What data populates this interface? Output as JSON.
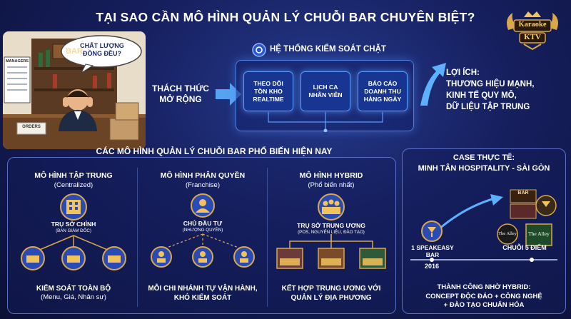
{
  "title": "TẠI SAO CẦN MÔ HÌNH QUẢN LÝ CHUỖI BAR CHUYÊN BIỆT?",
  "logo": {
    "line1": "Karaoke",
    "line2": "KTV"
  },
  "scene": {
    "bubble": "CHẤT LƯỢNG ĐỒNG ĐỀU?",
    "sign": "BAR",
    "board1": "MANAGERS",
    "board2": "ORDERS"
  },
  "challenge": {
    "line1": "THÁCH THỨC",
    "line2": "MỞ RỘNG"
  },
  "control_system": {
    "title": "HỆ THỐNG KIỂM SOÁT CHẶT",
    "cards": [
      {
        "line1": "THEO DÕI",
        "line2": "TỒN KHO",
        "line3": "REALTIME"
      },
      {
        "line1": "LỊCH CA",
        "line2": "NHÂN VIÊN",
        "line3": ""
      },
      {
        "line1": "BÁO CÁO",
        "line2": "DOANH THU",
        "line3": "HÀNG NGÀY"
      }
    ]
  },
  "benefit": {
    "title": "LỢI ÍCH:",
    "line1": "THƯƠNG HIỆU MẠNH,",
    "line2": "KINH TẾ QUY MÔ,",
    "line3": "DỮ LIỆU TẬP TRUNG"
  },
  "models": {
    "title": "CÁC MÔ HÌNH QUẢN LÝ CHUỖI BAR PHỔ BIẾN HIỆN NAY",
    "centralized": {
      "title": "MÔ HÌNH TẬP TRUNG",
      "subtitle": "(Centralized)",
      "hub": "TRỤ SỞ CHÍNH",
      "hub_sub": "(BAN GIÁM ĐỐC)",
      "caption1": "KIỂM SOÁT TOÀN BỘ",
      "caption2": "(Menu, Giá, Nhân sự)"
    },
    "franchise": {
      "title": "MÔ HÌNH PHÂN QUYỀN",
      "subtitle": "(Franchise)",
      "hub": "CHỦ ĐẦU TƯ",
      "hub_sub": "(NHƯỢNG QUYỀN)",
      "caption1": "MỖI CHI NHÁNH TỰ VẬN HÀNH,",
      "caption2": "KHÓ KIỂM SOÁT"
    },
    "hybrid": {
      "title": "MÔ HÌNH HYBRID",
      "subtitle": "(Phổ biến nhất)",
      "hub": "TRỤ SỞ TRUNG ƯƠNG",
      "hub_sub": "(POS, NGUYÊN LIỆU, ĐÀO TẠO)",
      "caption1": "KẾT HỢP TRUNG ƯƠNG VỚI",
      "caption2": "QUẢN LÝ ĐỊA PHƯƠNG"
    }
  },
  "case": {
    "title1": "CASE THỰC TẾ:",
    "title2": "MINH TÂN HOSPITALITY - SÀI GÒN",
    "start_label": "1 SPEAKEASY BAR",
    "end_label": "CHUỖI 5 ĐIỂM",
    "year_start": "2016",
    "venue_sign": "BAR",
    "venue1": "The Alley",
    "venue2": "The Alley",
    "success1": "THÀNH CÔNG NHỜ HYBRID:",
    "success2": "CONCEPT ĐỘC ĐÁO + CÔNG NGHỆ",
    "success3": "+ ĐÀO TẠO CHUẨN HÓA"
  },
  "colors": {
    "accent": "#5a9bff",
    "gold": "#d9a84a",
    "bg": "#161f5e"
  }
}
